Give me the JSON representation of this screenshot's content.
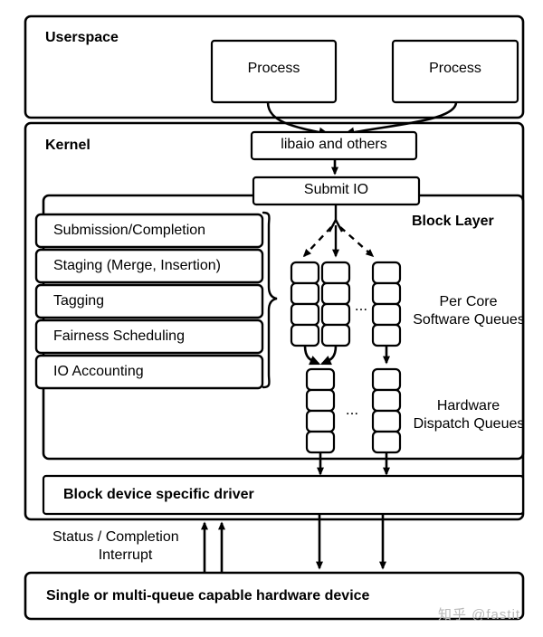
{
  "diagram": {
    "title_userspace": "Userspace",
    "title_kernel": "Kernel",
    "title_block_layer": "Block Layer"
  },
  "userspace": {
    "label": "Userspace",
    "processes": [
      {
        "label": "Process"
      },
      {
        "label": "Process"
      }
    ]
  },
  "kernel": {
    "label": "Kernel",
    "libaio": {
      "label": "libaio and others"
    },
    "submit_io": {
      "label": "Submit IO"
    },
    "block_layer": {
      "label": "Block Layer",
      "features": [
        {
          "label": "Submission/Completion"
        },
        {
          "label": "Staging (Merge, Insertion)"
        },
        {
          "label": "Tagging"
        },
        {
          "label": "Fairness Scheduling"
        },
        {
          "label": "IO Accounting"
        }
      ],
      "software_queues": {
        "label_line1": "Per Core",
        "label_line2": "Software Queues",
        "ellipsis": "...",
        "columns": 3,
        "cells_per_column": 4
      },
      "hardware_queues": {
        "label_line1": "Hardware",
        "label_line2": "Dispatch Queues",
        "ellipsis": "...",
        "columns": 2,
        "cells_per_column": 4
      }
    },
    "driver": {
      "label": "Block device specific driver"
    }
  },
  "feedback": {
    "line1": "Status / Completion",
    "line2": "Interrupt"
  },
  "hardware": {
    "label": "Single or multi-queue capable hardware device"
  },
  "watermark": {
    "text": "知乎 @fastit"
  },
  "colors": {
    "stroke": "#000000",
    "fill": "#ffffff",
    "text": "#000000",
    "watermark": "#b9b9b9"
  }
}
